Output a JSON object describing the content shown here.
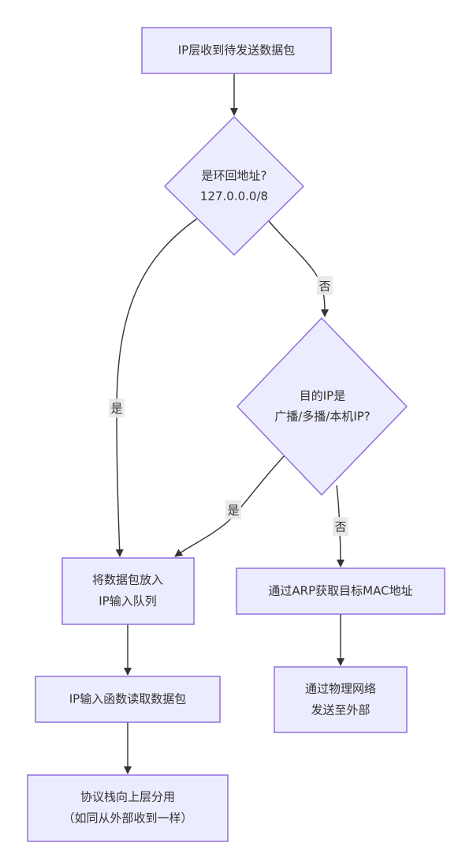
{
  "diagram": {
    "type": "flowchart",
    "colors": {
      "node_fill": "#ECECFF",
      "node_stroke": "#9370DB",
      "edge": "#333333",
      "text": "#333333",
      "label_bg": "#e8e8e8"
    },
    "nodes": {
      "start": {
        "shape": "rect",
        "lines": [
          "IP层收到待发送数据包"
        ]
      },
      "is_loopback": {
        "shape": "diamond",
        "lines": [
          "是环回地址?",
          "127.0.0.0/8"
        ]
      },
      "is_bcast": {
        "shape": "diamond",
        "lines": [
          "目的IP是",
          "广播/多播/本机IP?"
        ]
      },
      "enqueue": {
        "shape": "rect",
        "lines": [
          "将数据包放入",
          "IP输入队列"
        ]
      },
      "arp": {
        "shape": "rect",
        "lines": [
          "通过ARP获取目标MAC地址"
        ]
      },
      "ip_input": {
        "shape": "rect",
        "lines": [
          "IP输入函数读取数据包"
        ]
      },
      "send_phys": {
        "shape": "rect",
        "lines": [
          "通过物理网络",
          "发送至外部"
        ]
      },
      "demux": {
        "shape": "rect",
        "lines": [
          "协议栈向上层分用",
          "（如同从外部收到一样）"
        ]
      }
    },
    "edges": [
      {
        "from": "start",
        "to": "is_loopback",
        "label": ""
      },
      {
        "from": "is_loopback",
        "to": "enqueue",
        "label": "是"
      },
      {
        "from": "is_loopback",
        "to": "is_bcast",
        "label": "否"
      },
      {
        "from": "is_bcast",
        "to": "enqueue",
        "label": "是"
      },
      {
        "from": "is_bcast",
        "to": "arp",
        "label": "否"
      },
      {
        "from": "enqueue",
        "to": "ip_input",
        "label": ""
      },
      {
        "from": "arp",
        "to": "send_phys",
        "label": ""
      },
      {
        "from": "ip_input",
        "to": "demux",
        "label": ""
      }
    ]
  }
}
